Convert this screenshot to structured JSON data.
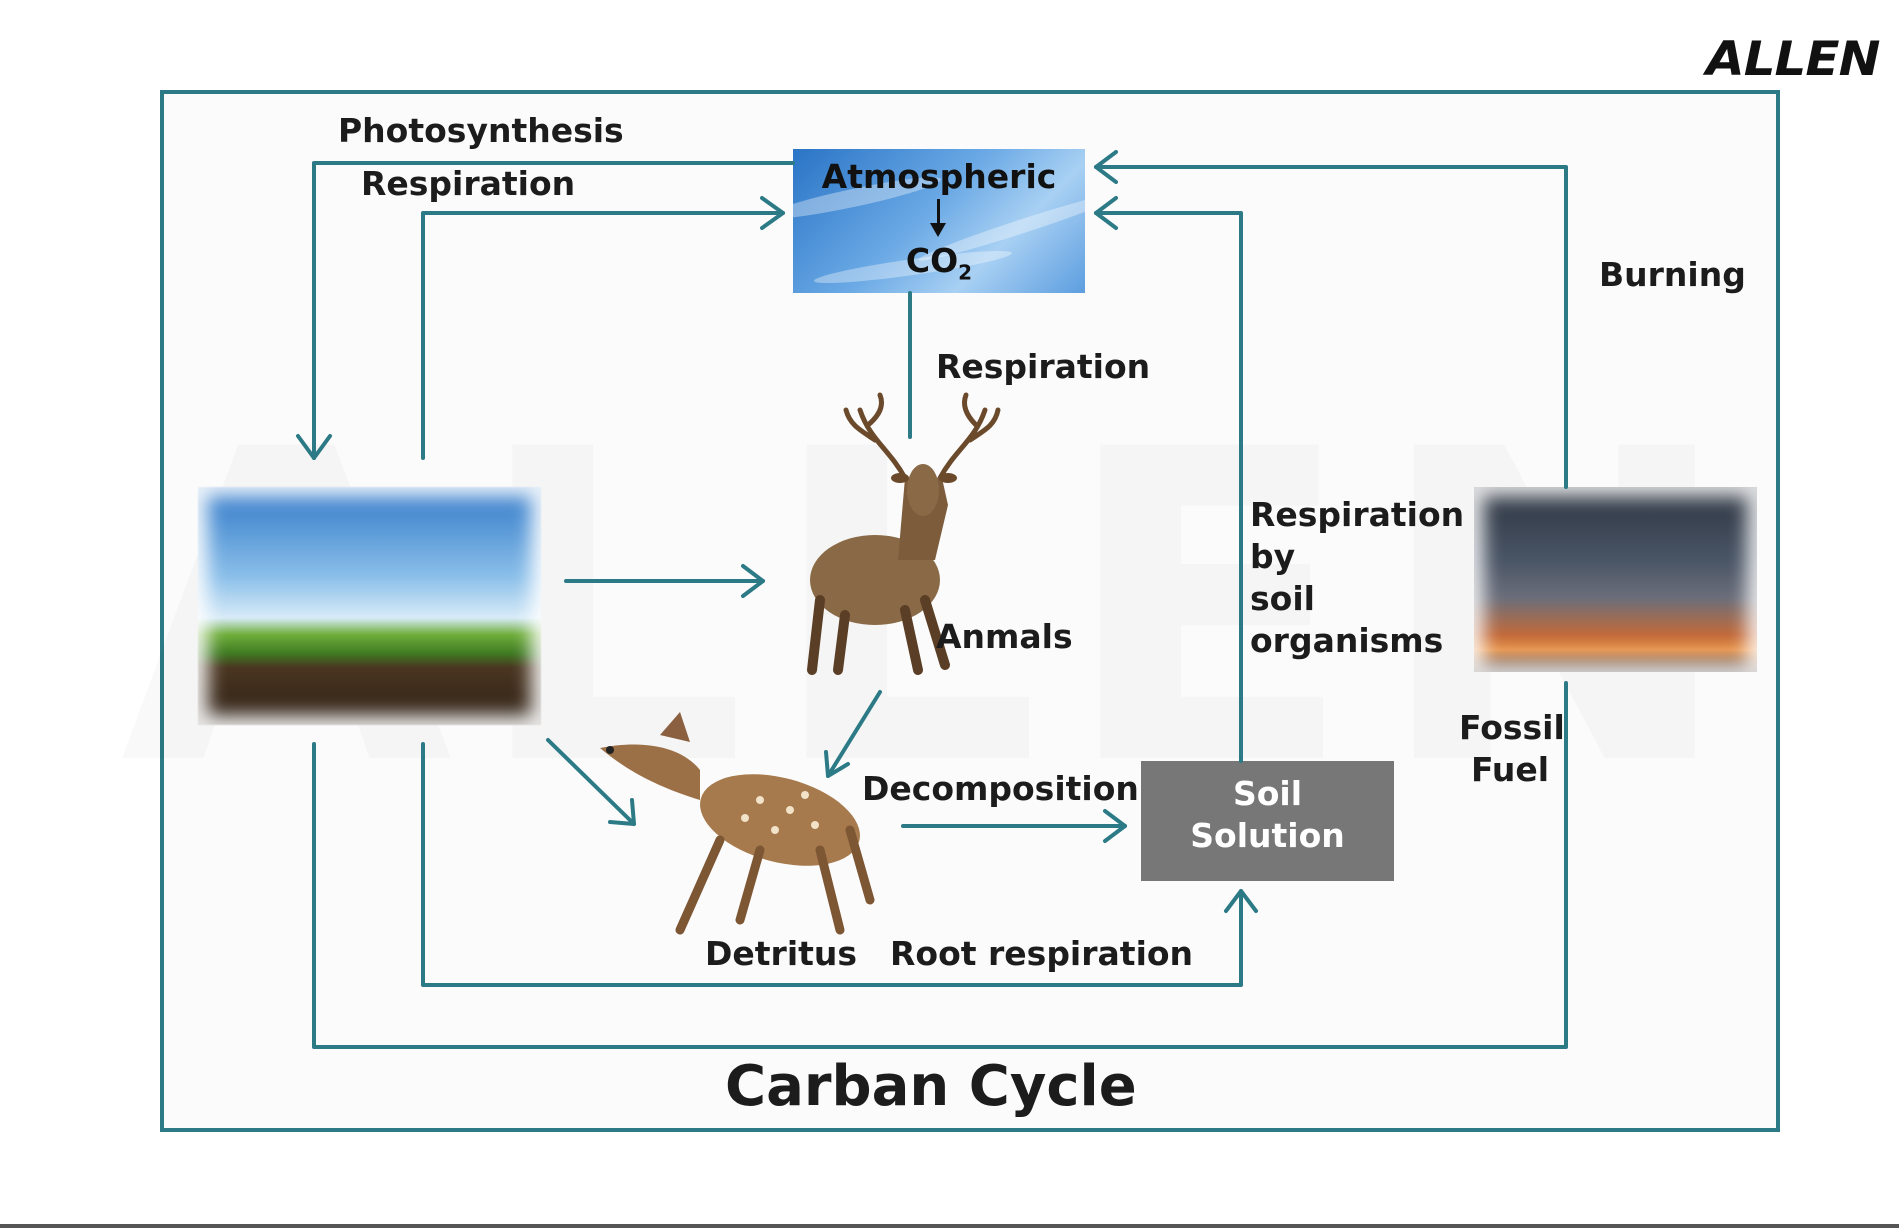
{
  "logo": "ALLEN",
  "title": "Carban Cycle",
  "atmosphere": {
    "line1": "Atmospheric",
    "line2": "CO",
    "subscript": "2"
  },
  "soil": {
    "line1": "Soil",
    "line2": "Solution"
  },
  "labels": {
    "photosynthesis": "Photosynthesis",
    "respiration_plants": "Respiration",
    "respiration_animals": "Respiration",
    "burning": "Burning",
    "animals": "Anmals",
    "soil_resp_1": "Respiration",
    "soil_resp_2": "by",
    "soil_resp_3": "soil",
    "soil_resp_4": "organisms",
    "fossil_1": "Fossil",
    "fossil_2": "Fuel",
    "decomposition": "Decomposition",
    "detritus": "Detritus",
    "root_respiration": "Root respiration"
  },
  "colors": {
    "arrow": "#2c7a86",
    "frame": "#2c7a86",
    "soil_box": "#777777",
    "text": "#1c1c1c"
  },
  "icons": [
    "tree-landscape-image",
    "deer-icon",
    "fawn-icon",
    "factory-smoke-image"
  ]
}
